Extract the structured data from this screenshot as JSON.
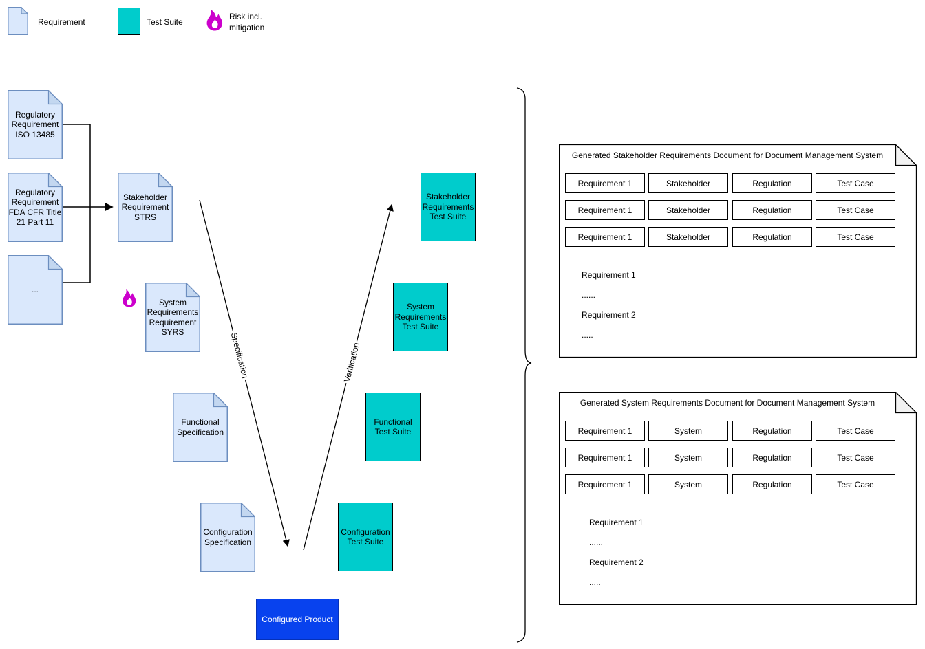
{
  "legend": {
    "items": [
      {
        "icon": "requirement-doc-icon",
        "label": "Requirement"
      },
      {
        "icon": "test-suite-icon",
        "label": "Test Suite"
      },
      {
        "icon": "risk-flame-icon",
        "label": "Risk incl.\nmitigation"
      }
    ]
  },
  "vmodel": {
    "requirement_documents": [
      {
        "label": "Regulatory\nRequirement\nISO 13485"
      },
      {
        "label": "Regulatory\nRequirement\nFDA CFR Title\n21 Part 11"
      },
      {
        "label": "..."
      },
      {
        "label": "Stakeholder\nRequirement\nSTRS"
      },
      {
        "label": "System\nRequirements\nRequirement\nSYRS",
        "has_risk": true
      },
      {
        "label": "Functional\nSpecification"
      },
      {
        "label": "Configuration\nSpecification"
      }
    ],
    "test_suites": [
      {
        "label": "Stakeholder\nRequirements\nTest Suite"
      },
      {
        "label": "System\nRequirements\nTest Suite"
      },
      {
        "label": "Functional\nTest Suite"
      },
      {
        "label": "Configuration\nTest Suite"
      }
    ],
    "product_label": "Configured Product",
    "specification_arrow_label": "Specification",
    "verification_arrow_label": "Verification"
  },
  "generated_documents": [
    {
      "title": "Generated Stakeholder Requirements Document for Document Management System",
      "table_rows": [
        [
          "Requirement 1",
          "Stakeholder",
          "Regulation",
          "Test Case"
        ],
        [
          "Requirement 1",
          "Stakeholder",
          "Regulation",
          "Test Case"
        ],
        [
          "Requirement 1",
          "Stakeholder",
          "Regulation",
          "Test Case"
        ]
      ],
      "body_lines": [
        "Requirement 1",
        "......",
        "Requirement 2",
        "....."
      ]
    },
    {
      "title": "Generated System Requirements Document for Document Management System",
      "table_rows": [
        [
          "Requirement 1",
          "System",
          "Regulation",
          "Test Case"
        ],
        [
          "Requirement 1",
          "System",
          "Regulation",
          "Test Case"
        ],
        [
          "Requirement 1",
          "System",
          "Regulation",
          "Test Case"
        ]
      ],
      "body_lines": [
        "Requirement 1",
        "......",
        "Requirement 2",
        "....."
      ]
    }
  ],
  "colors": {
    "requirement_fill": "#DAE8FC",
    "requirement_stroke": "#6C8EBF",
    "test_suite_fill": "#00CCCC",
    "product_fill": "#0842EE",
    "risk_flame": "#CC00CC"
  }
}
